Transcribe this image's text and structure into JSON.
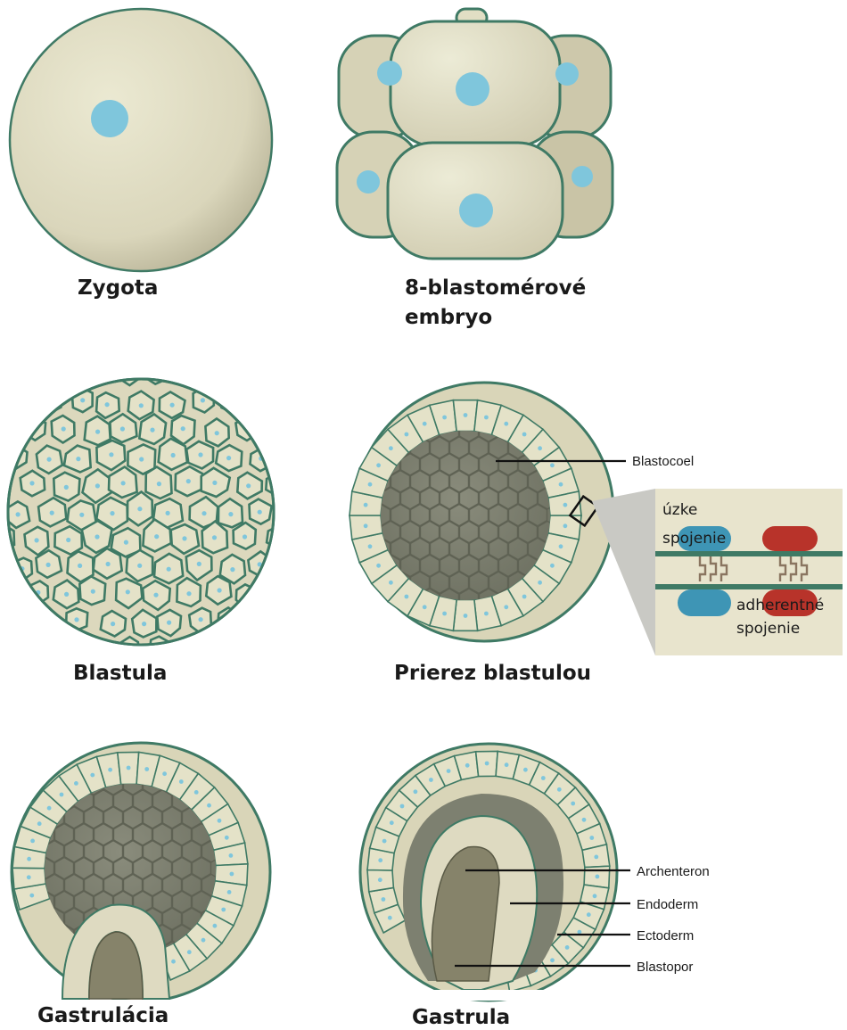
{
  "stages": {
    "zygote": "Zygota",
    "eight_cell_line1": "8-blastomérové",
    "eight_cell_line2": "embryo",
    "blastula": "Blastula",
    "blastula_section": "Prierez blastulou",
    "gastrulation": "Gastrulácia",
    "gastrula": "Gastrula"
  },
  "callouts": {
    "blastocoel": "Blastocoel",
    "tight_junction_line1": "úzke",
    "tight_junction_line2": "spojenie",
    "adherens_junction_line1": "adherentné",
    "adherens_junction_line2": "spojenie",
    "archenteron": "Archenteron",
    "endoderm": "Endoderm",
    "ectoderm": "Ectoderm",
    "blastopore": "Blastopor"
  },
  "colors": {
    "cell_fill": "#e4e2c8",
    "cell_shade": "#b9b49a",
    "nucleus": "#7fc6dc",
    "membrane": "#3f7a65",
    "inner_cells": "#7d8070",
    "archenteron": "#86836a",
    "junction_blue": "#3e95b5",
    "junction_red": "#b8332a",
    "inset_bg": "#e8e4cd"
  },
  "icons": {
    "junction_pins": "zigzag-linker-icon"
  }
}
